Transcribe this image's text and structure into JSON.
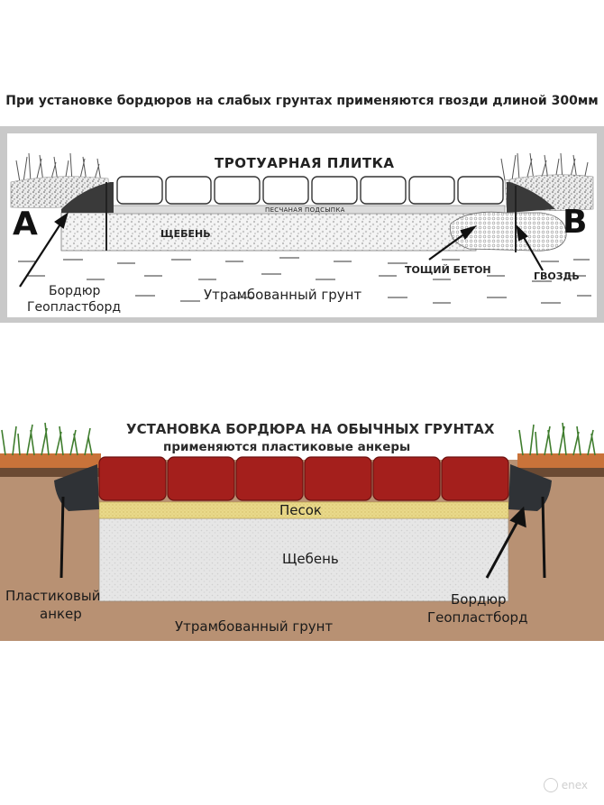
{
  "caption": "При установке бордюров на слабых грунтах применяются гвозди длиной 300мм",
  "diagram_weak_soil": {
    "title": "ТРОТУАРНАЯ ПЛИТКА",
    "sand_bedding": "ПЕСЧАНАЯ ПОДСЫПКА",
    "crushed_stone": "ЩЕБЕНЬ",
    "lean_concrete": "ТОЩИЙ БЕТОН",
    "nail": "ГВОЗДЬ",
    "point_a": "A",
    "point_b": "B",
    "border_line1": "Бордюр",
    "border_line2": "Геопластборд",
    "compacted_soil": "Утрамбованный грунт"
  },
  "diagram_normal_soil": {
    "title": "УСТАНОВКА БОРДЮРА НА ОБЫЧНЫХ ГРУНТАХ",
    "subtitle": "применяются пластиковые анкеры",
    "sand": "Песок",
    "crushed_stone": "Щебень",
    "anchor_line1": "Пластиковый",
    "anchor_line2": "анкер",
    "border_line1": "Бордюр",
    "border_line2": "Геопластборд",
    "compacted_soil": "Утрамбованный грунт"
  },
  "watermark": "еnex",
  "colors": {
    "paving_red": "#a41f1c",
    "soil_brown": "#b58c6d",
    "sand_yellow": "#e8d98a",
    "gravel_gray": "#e4e4e4",
    "frame_gray": "#c8c8c8"
  }
}
